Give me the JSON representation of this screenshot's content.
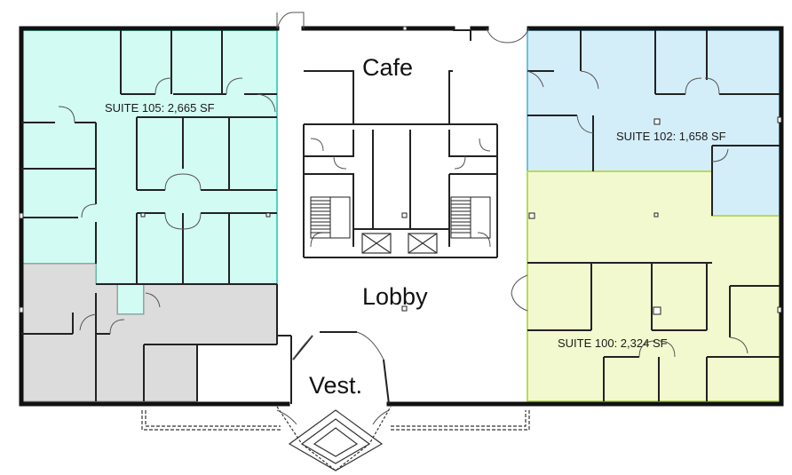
{
  "suites": [
    {
      "id": "105",
      "label": "SUITE 105: 2,665 SF",
      "fill": "#d2fbf3"
    },
    {
      "id": "102",
      "label": "SUITE 102: 1,658 SF",
      "fill": "#d4eef9"
    },
    {
      "id": "100",
      "label": "SUITE 100: 2,324 SF",
      "fill": "#f2f9cf"
    }
  ],
  "common_areas": {
    "cafe": "Cafe",
    "lobby": "Lobby",
    "vestibule": "Vest."
  },
  "colors": {
    "unleased_fill": "#dcdcdc",
    "suite_105_outline": "#4bd4c0",
    "suite_102_outline": "#6cc0e4",
    "suite_100_outline": "#b9d95a",
    "wall": "#111111"
  }
}
